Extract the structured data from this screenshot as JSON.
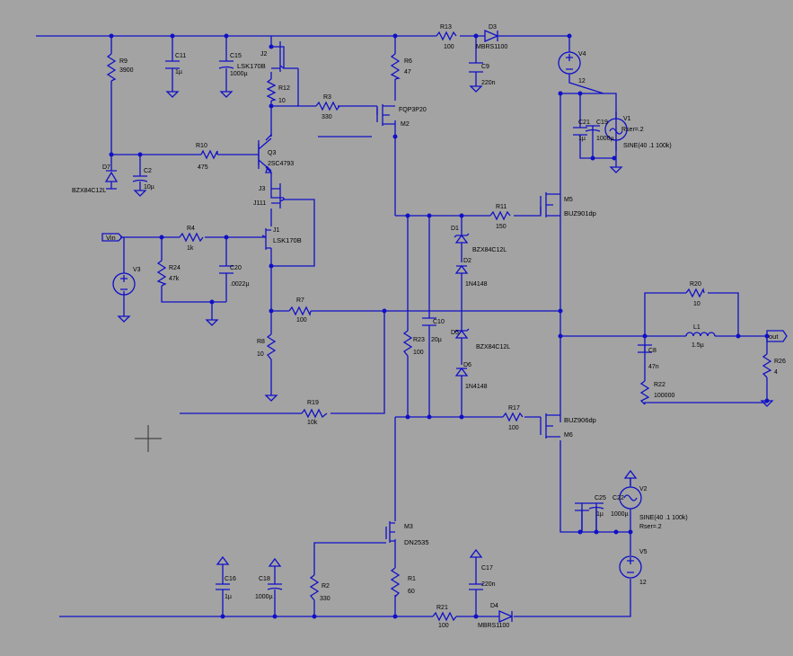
{
  "labels": {
    "R9": "R9",
    "R9v": "3900",
    "C11": "C11",
    "C11v": "1µ",
    "C15": "C15",
    "C15v": "1000µ",
    "J2": "J2",
    "J2v": "LSK170B",
    "R12": "R12",
    "R12v": "10",
    "R3": "R3",
    "R3v": "330",
    "R6": "R6",
    "R6v": "47",
    "M2": "M2",
    "M2v": "FQP3P20",
    "R13": "R13",
    "R13v": "100",
    "D3": "D3",
    "D3v": "MBRS1100",
    "C9": "C9",
    "C9v": "220n",
    "V4": "V4",
    "V4v": "12",
    "C21": "C21",
    "C21v": "1µ",
    "C19": "C19",
    "C19v": "1000µ",
    "V1": "V1",
    "V1r": "Rser=.2",
    "V1s": "SINE(40 .1 100k)",
    "D7": "D7",
    "D7v": "BZX84C12L",
    "C2": "C2",
    "C2v": "10µ",
    "R10": "R10",
    "R10v": "475",
    "Q3": "Q3",
    "Q3v": "2SC4793",
    "J3": "J3",
    "J3v": "J111",
    "J1": "J1",
    "J1v": "LSK170B",
    "Vin": "Vin",
    "R4": "R4",
    "R4v": "1k",
    "R24": "R24",
    "R24v": "47k",
    "C20": "C20",
    "C20v": ".0022µ",
    "V3": "V3",
    "R7": "R7",
    "R7v": "100",
    "R8": "R8",
    "R8v": "10",
    "R19": "R19",
    "R19v": "10k",
    "R11": "R11",
    "R11v": "150",
    "M5": "M5",
    "M5v": "BUZ901dp",
    "D1": "D1",
    "D1v": "BZX84C12L",
    "D2": "D2",
    "D2v": "1N4148",
    "C10": "C10",
    "C10v": "20µ",
    "R23": "R23",
    "R23v": "100",
    "D5": "D5",
    "D5v": "BZX84C12L",
    "D6": "D6",
    "D6v": "1N4148",
    "R17": "R17",
    "R17v": "100",
    "M6": "M6",
    "M6v": "BUZ906dp",
    "R20": "R20",
    "R20v": "10",
    "L1": "L1",
    "L1v": "1.5µ",
    "out": "out",
    "R26": "R26",
    "R26v": "4",
    "C8": "C8",
    "C8v": "47n",
    "R22": "R22",
    "R22v": "100000",
    "C25": "C25",
    "C25v": "1µ",
    "C22": "C22",
    "C22v": "1000µ",
    "V2": "V2",
    "V2s": "SINE(40 .1 100k)",
    "V2r": "Rser=.2",
    "V5": "V5",
    "V5v": "12",
    "M3": "M3",
    "M3v": "DN2535",
    "R1": "R1",
    "R1v": "60",
    "R2": "R2",
    "R2v": "330",
    "C16": "C16",
    "C16v": "1µ",
    "C18": "C18",
    "C18v": "1000µ",
    "R21": "R21",
    "R21v": "100",
    "D4": "D4",
    "D4v": "MBRS1100",
    "C17": "C17",
    "C17v": "220n"
  },
  "colors": {
    "background": "#a3a3a3",
    "wire": "#1010c8",
    "text": "#000000"
  }
}
